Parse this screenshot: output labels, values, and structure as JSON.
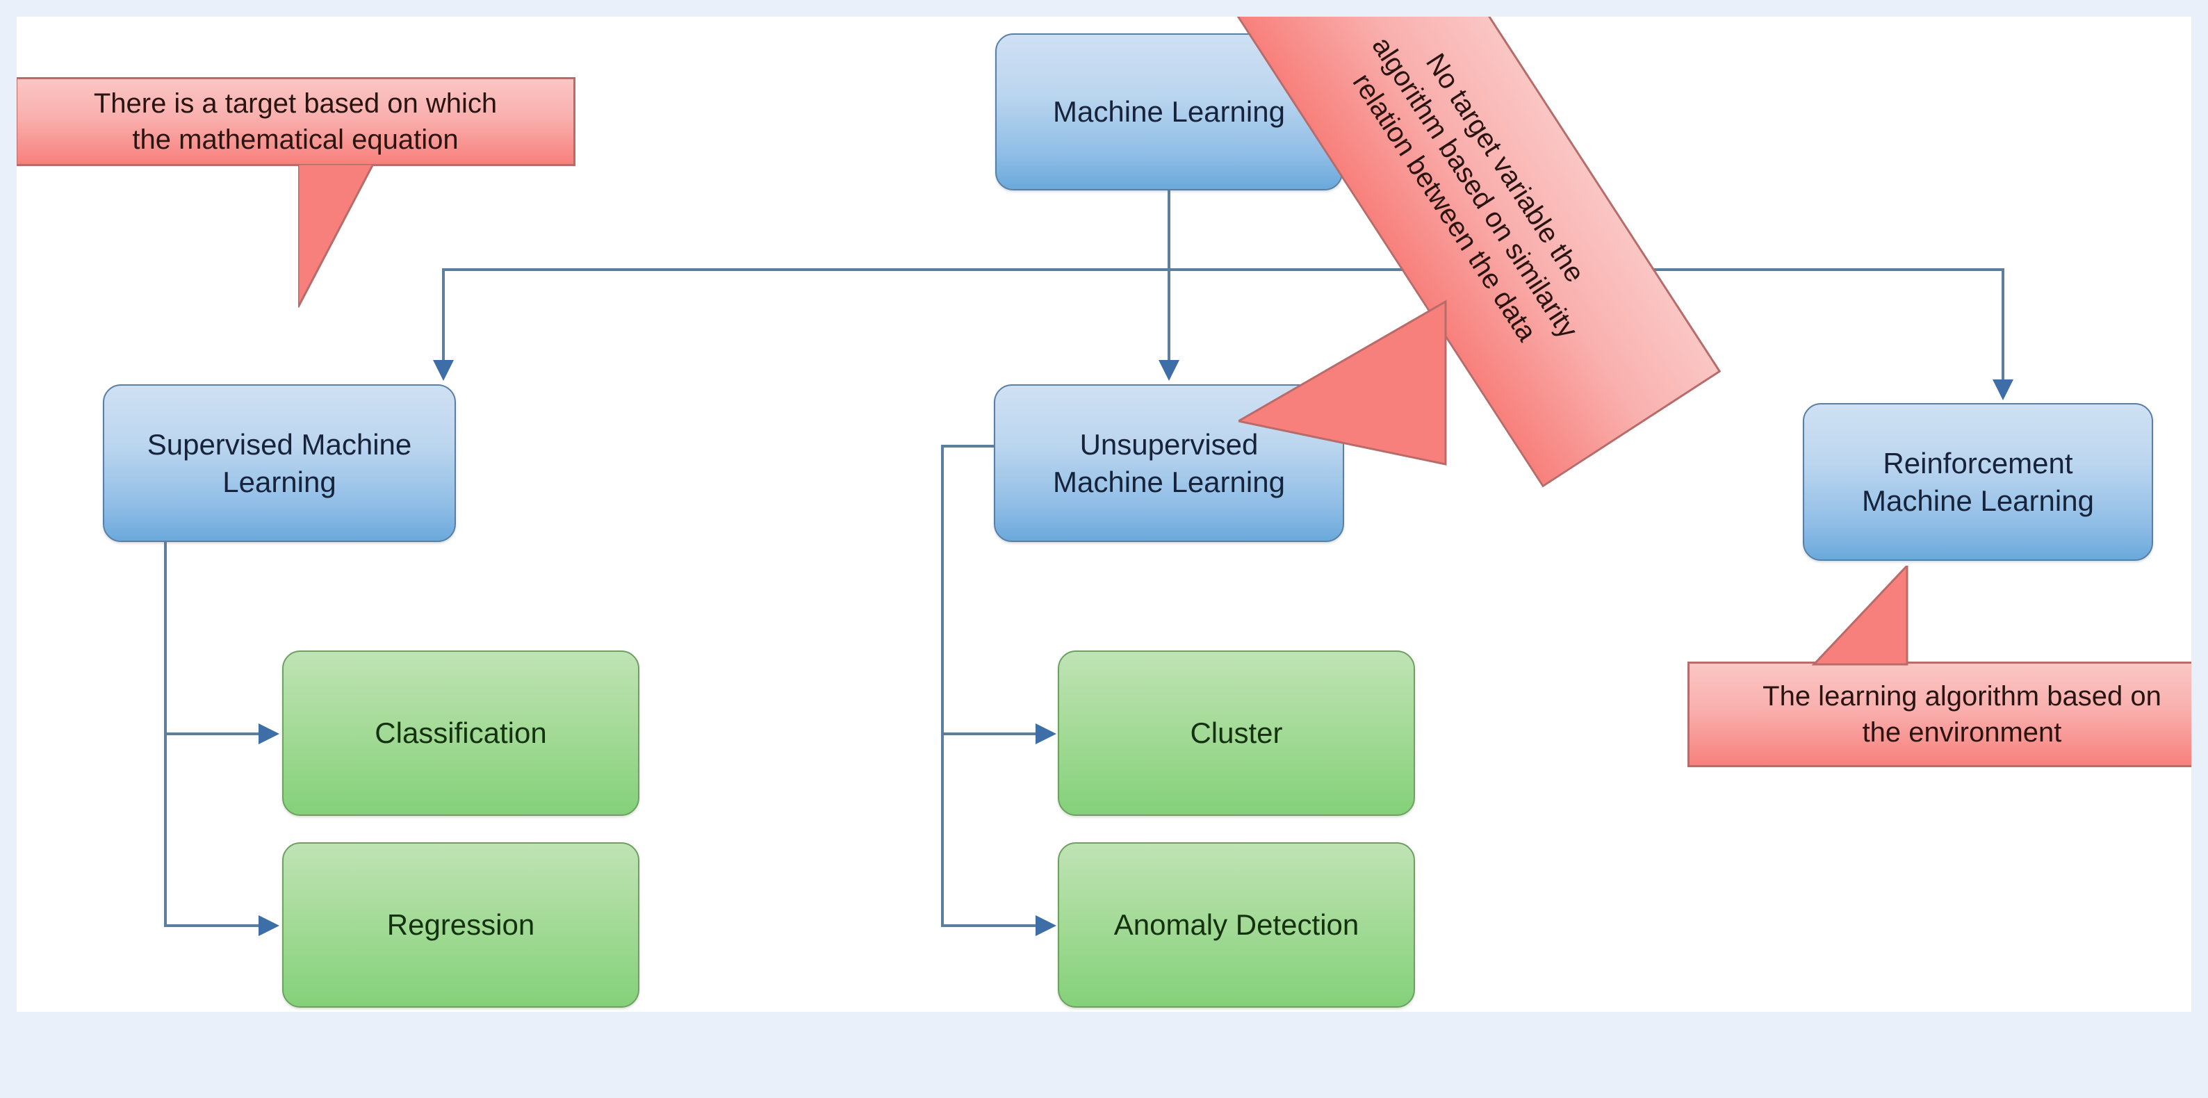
{
  "diagram": {
    "title": "Machine Learning Types",
    "colors": {
      "outer_background": "#eaf0f9",
      "canvas": "#ffffff",
      "node_blue": "#8fbde6",
      "node_green": "#84d17a",
      "callout_red": "#f8807c",
      "connector": "#5d7f9e",
      "arrow": "#3d6ea8"
    },
    "root": {
      "label": "Machine  Learning"
    },
    "categories": [
      {
        "id": "supervised",
        "label": "Supervised Machine\nLearning"
      },
      {
        "id": "unsupervised",
        "label": "Unsupervised\nMachine Learning"
      },
      {
        "id": "reinforcement",
        "label": "Reinforcement\nMachine  Learning"
      }
    ],
    "leaves": [
      {
        "id": "classification",
        "parent": "supervised",
        "label": "Classification"
      },
      {
        "id": "regression",
        "parent": "supervised",
        "label": "Regression"
      },
      {
        "id": "cluster",
        "parent": "unsupervised",
        "label": "Cluster"
      },
      {
        "id": "anomaly-detection",
        "parent": "unsupervised",
        "label": "Anomaly Detection"
      }
    ],
    "callouts": [
      {
        "id": "supervised-note",
        "target": "supervised",
        "text": "There is a target based on which\nthe mathematical equation"
      },
      {
        "id": "unsupervised-note",
        "target": "unsupervised",
        "text": "No target variable the\nalgorithm based on similarity\nrelation between the data"
      },
      {
        "id": "reinforcement-note",
        "target": "reinforcement",
        "text": "The learning algorithm based on\nthe environment"
      }
    ]
  }
}
